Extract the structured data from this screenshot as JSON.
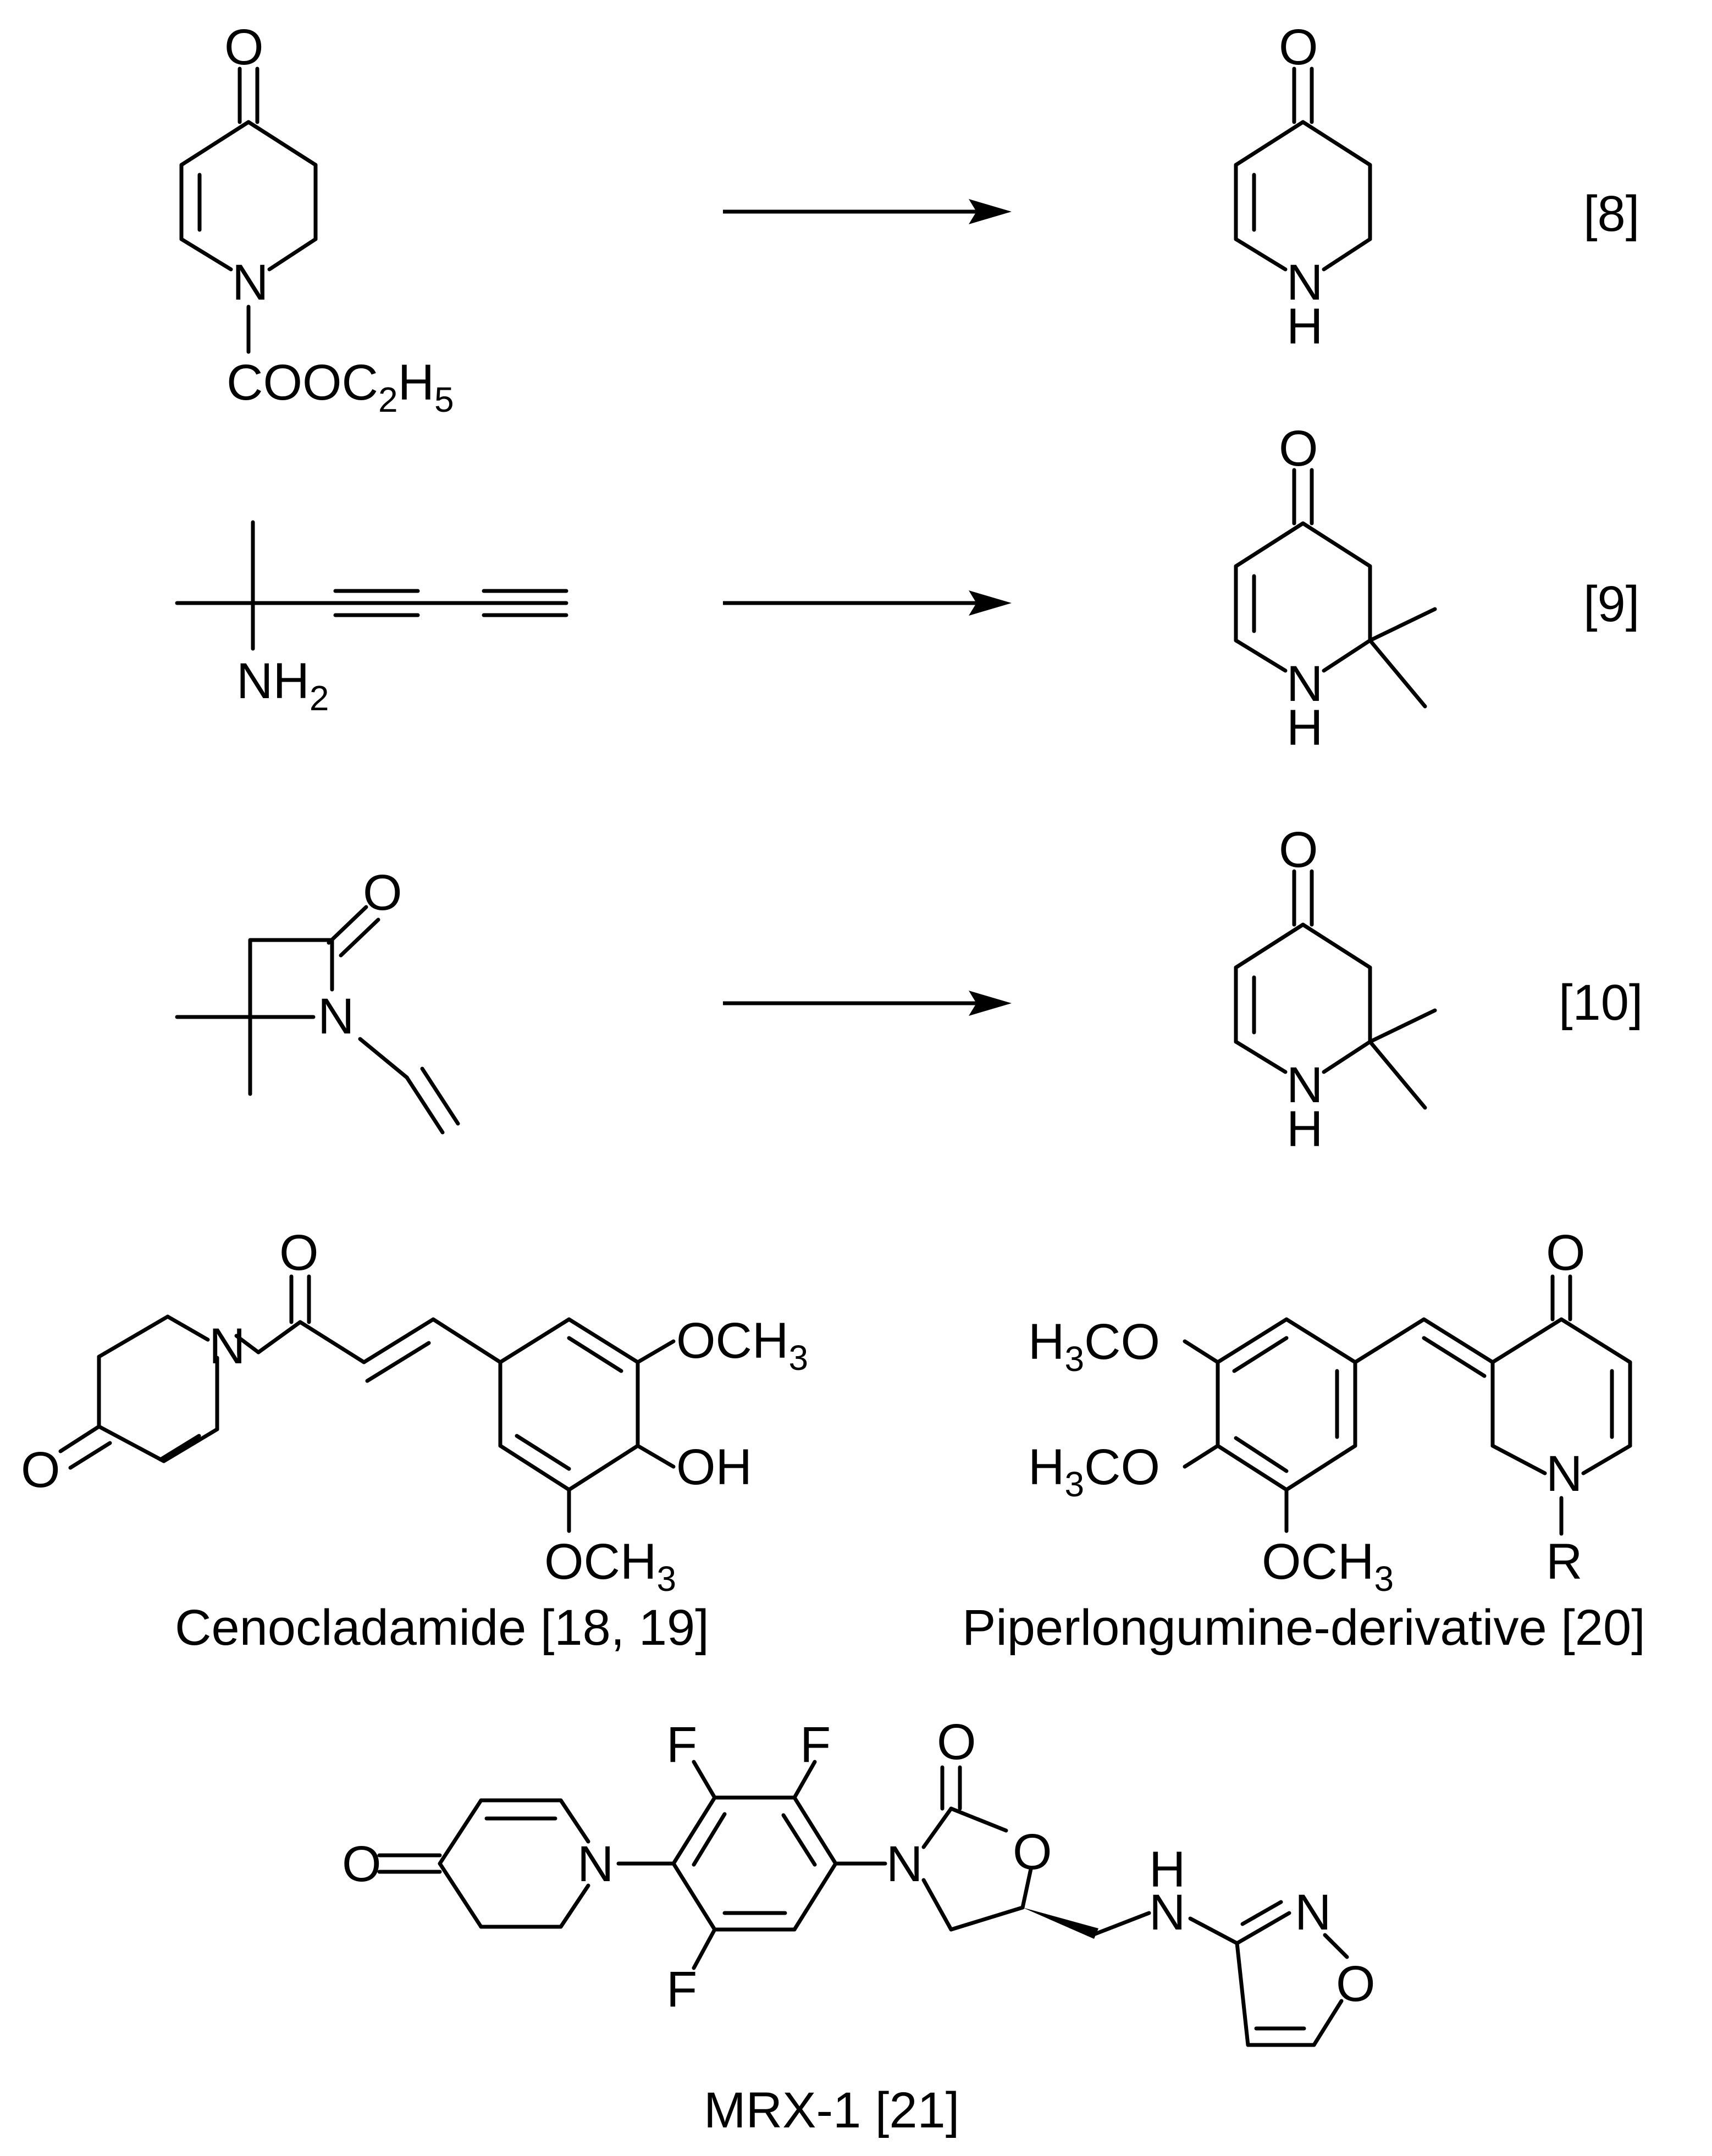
{
  "colors": {
    "ink": "#000000",
    "background": "#ffffff"
  },
  "reactions": [
    {
      "substituent": {
        "main": "COOC",
        "s1": "2",
        "mid": "H",
        "s2": "5"
      },
      "reference": "[8]"
    },
    {
      "amine": {
        "main": "NH",
        "s1": "2"
      },
      "reference": "[9]"
    },
    {
      "reference": "[10]"
    }
  ],
  "atoms": {
    "O": "O",
    "N": "N",
    "H": "H",
    "F": "F",
    "R": "R",
    "OH": "OH"
  },
  "methoxy": {
    "main": "OCH",
    "s1": "3"
  },
  "methoxy_left": {
    "pre": "H",
    "s1": "3",
    "post": "CO"
  },
  "compounds": {
    "cenocladamide": "Cenocladamide [18, 19]",
    "piperlongumine": "Piperlongumine-derivative [20]",
    "mrx1": "MRX-1 [21]"
  }
}
